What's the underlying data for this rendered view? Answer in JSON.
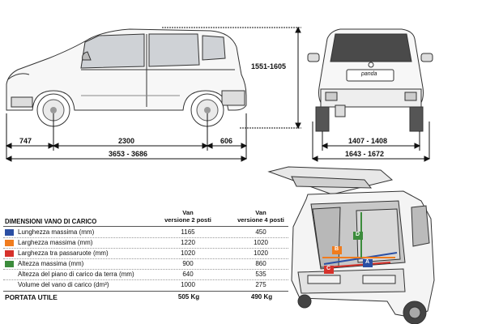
{
  "side_view": {
    "height_label": "1551-1605",
    "front_overhang": "747",
    "wheelbase": "2300",
    "rear_overhang": "606",
    "total_length": "3653 - 3686"
  },
  "rear_view": {
    "track_label": "1407 - 1408",
    "width_label": "1643 - 1672",
    "badge_text": "panda"
  },
  "cargo_table": {
    "title": "DIMENSIONI VANO DI CARICO",
    "col1_header_line1": "Van",
    "col1_header_line2": "versione 2 posti",
    "col2_header_line1": "Van",
    "col2_header_line2": "versione 4 posti",
    "rows": [
      {
        "label": "Lunghezza massima (mm)",
        "color": "#2b4fa3",
        "v2": "1165",
        "v4": "450"
      },
      {
        "label": "Larghezza massima (mm)",
        "color": "#f07c1e",
        "v2": "1220",
        "v4": "1020"
      },
      {
        "label": "Larghezza tra passaruote (mm)",
        "color": "#d6312b",
        "v2": "1020",
        "v4": "1020"
      },
      {
        "label": "Altezza massima (mm)",
        "color": "#3c8c3c",
        "v2": "900",
        "v4": "860"
      },
      {
        "label": "Altezza del piano di carico da terra (mm)",
        "color": "",
        "v2": "640",
        "v4": "535"
      },
      {
        "label": "Volume del vano di carico (dm³)",
        "color": "",
        "v2": "1000",
        "v4": "275"
      }
    ],
    "payload_label": "PORTATA UTILE",
    "payload_v2": "505 Kg",
    "payload_v4": "490 Kg"
  },
  "cargo_markers": {
    "a": "A",
    "b": "B",
    "c": "C",
    "d": "D"
  }
}
